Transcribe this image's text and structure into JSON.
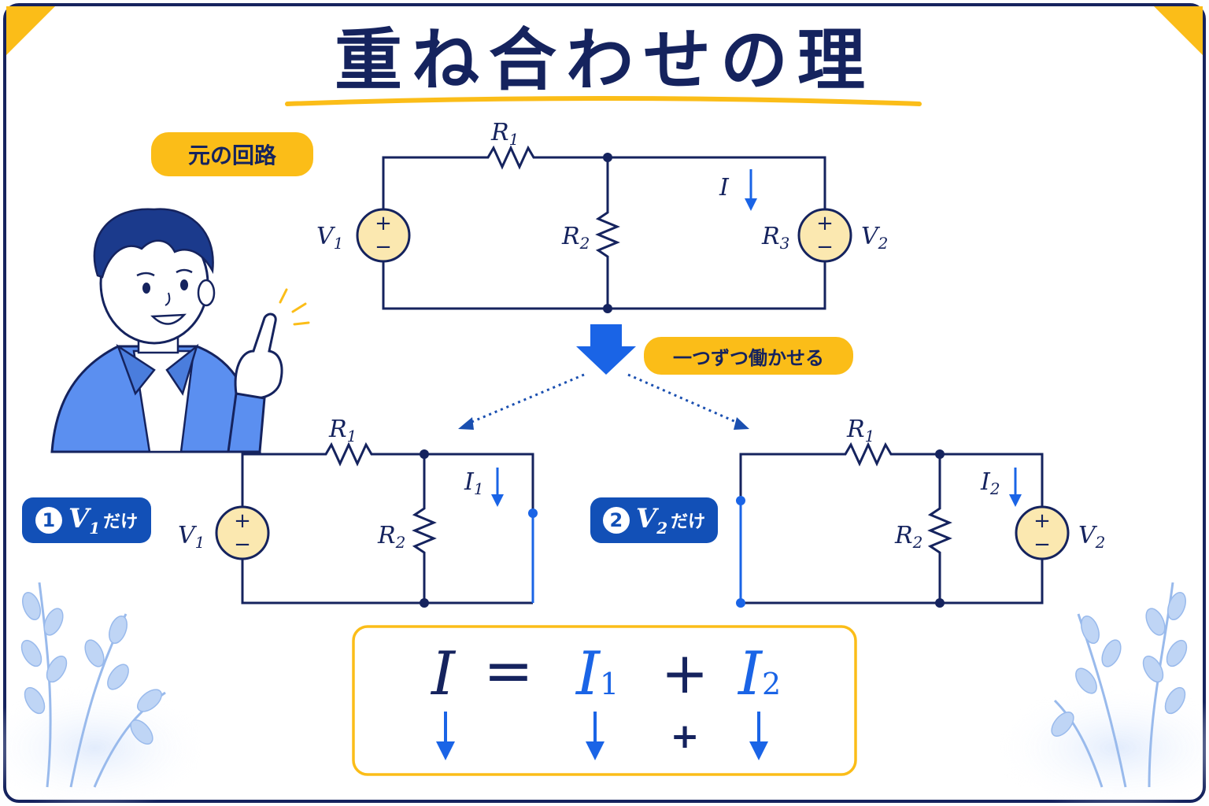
{
  "title": "重ね合わせの理",
  "labels": {
    "original_circuit": "元の回路",
    "one_at_a_time": "一つずつ働かせる"
  },
  "cases": [
    {
      "num": "1",
      "var": "V",
      "sub": "1",
      "suffix": "だけ"
    },
    {
      "num": "2",
      "var": "V",
      "sub": "2",
      "suffix": "だけ"
    }
  ],
  "components": {
    "R1": {
      "main": "R",
      "sub": "1"
    },
    "R2": {
      "main": "R",
      "sub": "2"
    },
    "R3": {
      "main": "R",
      "sub": "3"
    },
    "V1": {
      "main": "V",
      "sub": "1"
    },
    "V2": {
      "main": "V",
      "sub": "2"
    },
    "I": {
      "main": "I",
      "sub": ""
    },
    "I1": {
      "main": "I",
      "sub": "1"
    },
    "I2": {
      "main": "I",
      "sub": "2"
    }
  },
  "source_signs": {
    "plus": "+",
    "minus": "−"
  },
  "equation": {
    "lhs": "I",
    "equals": "=",
    "term1": {
      "main": "I",
      "sub": "1"
    },
    "plus": "+",
    "term2": {
      "main": "I",
      "sub": "2"
    },
    "bottom_plus": "+"
  },
  "colors": {
    "navy": "#15235e",
    "blue": "#1a64e6",
    "yellow": "#fbbd18",
    "source_fill": "#fbe8b0",
    "pill_blue": "#1250b7"
  }
}
